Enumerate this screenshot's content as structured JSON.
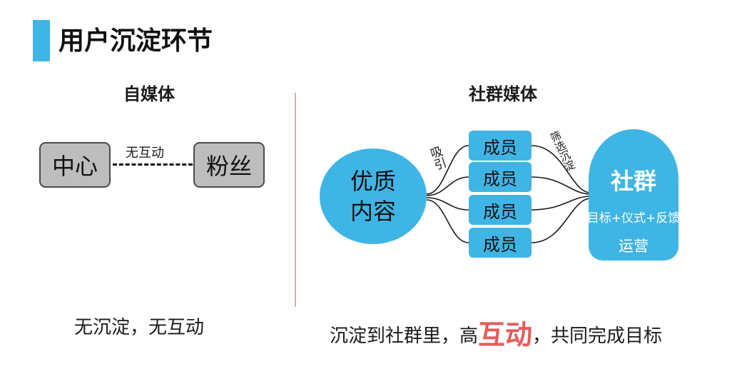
{
  "title": "用户沉淀环节",
  "left_section": {
    "heading": "自媒体",
    "center_box": "中心",
    "fans_box": "粉丝",
    "link_label": "无互动",
    "summary": "无沉淀，无互动"
  },
  "right_section": {
    "heading": "社群媒体",
    "content_node": {
      "line1": "优质",
      "line2": "内容"
    },
    "attract_label": "吸引",
    "filter_label": "筛选沉淀",
    "members": [
      "成员",
      "成员",
      "成员",
      "成员"
    ],
    "community": {
      "title": "社群",
      "subtitle": "目标+仪式+反馈",
      "operation": "运营"
    },
    "summary": {
      "before": "沉淀到社群里，高",
      "highlight": "互动",
      "after": "，共同完成目标"
    }
  },
  "colors": {
    "accent_blue": "#3fb5e5",
    "gray_box": "#bdbdbd",
    "highlight_red": "#e85a5a",
    "divider": "#e8a8a8"
  }
}
